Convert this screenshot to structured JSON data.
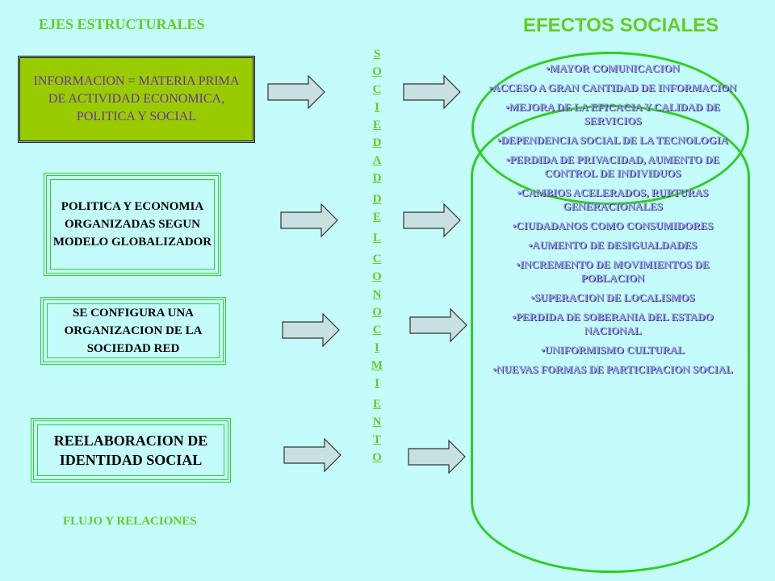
{
  "headers": {
    "left": "EJES ESTRUCTURALES",
    "right": "EFECTOS SOCIALES",
    "footer": "FLUJO Y RELACIONES"
  },
  "boxes": {
    "box1": "INFORMACION = MATERIA PRIMA DE ACTIVIDAD ECONOMICA, POLITICA Y SOCIAL",
    "box2": "POLITICA Y ECONOMIA ORGANIZADAS SEGUN MODELO GLOBALIZADOR",
    "box3": "SE CONFIGURA UNA ORGANIZACION DE LA SOCIEDAD RED",
    "box4": "REELABORACION DE IDENTIDAD SOCIAL"
  },
  "vertical_letters": [
    "S",
    "O",
    "C",
    "I",
    "E",
    "D",
    "A",
    "D",
    "",
    "D",
    "E",
    "",
    "L",
    "",
    "C",
    "O",
    "N",
    "O",
    "C",
    "I",
    "M",
    "I",
    "",
    "E",
    "N",
    "T",
    "O"
  ],
  "effects": [
    "•MAYOR COMUNICACION",
    "•ACCESO A GRAN CANTIDAD DE INFORMACION",
    "•MEJORA DE LA EFICACIA Y CALIDAD DE SERVICIOS",
    "•DEPENDENCIA SOCIAL DE LA TECNOLOGIA",
    "•PERDIDA DE PRIVACIDAD, AUMENTO DE CONTROL DE INDIVIDUOS",
    "•CAMBIOS ACELERADOS, RUPTURAS GENERACIONALES",
    "•CIUDADANOS COMO CONSUMIDORES",
    "•AUMENTO DE DESIGUALDADES",
    "•INCREMENTO DE MOVIMIENTOS DE POBLACION",
    "•SUPERACION DE LOCALISMOS",
    "•PERDIDA DE SOBERANIA DEL ESTADO NACIONAL",
    "•UNIFORMISMO CULTURAL",
    "•NUEVAS FORMAS DE PARTICIPACION SOCIAL"
  ],
  "colors": {
    "background": "#c4fcfc",
    "accent_green": "#66cc22",
    "box1_fill": "#99cc00",
    "box1_text": "#7030a0",
    "effects_text": "#9999ee",
    "arrow_fill": "#c8e0e0"
  }
}
